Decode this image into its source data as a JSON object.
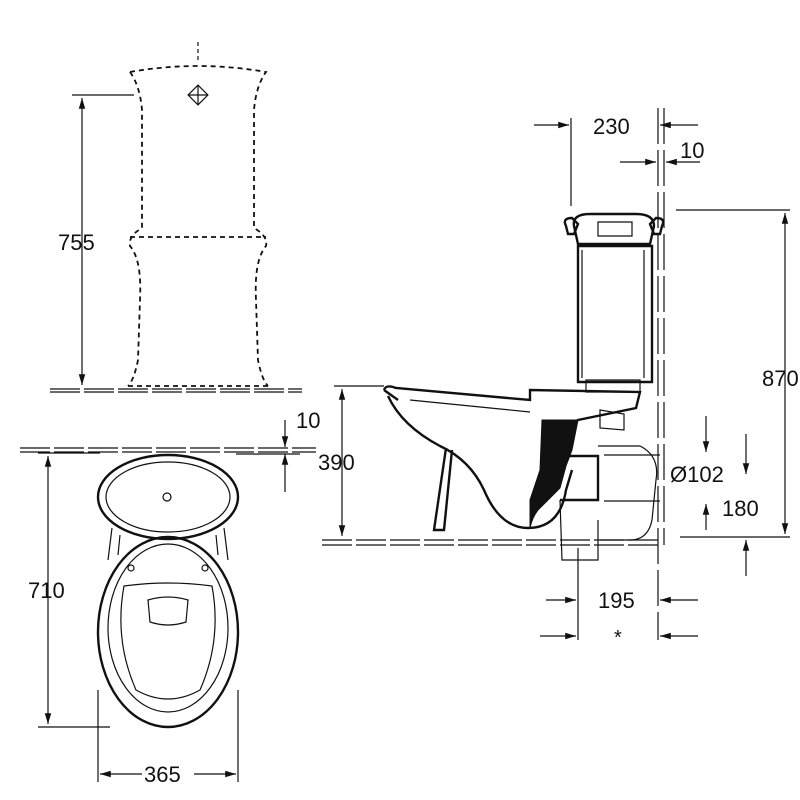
{
  "dimensions": {
    "tank_height": "755",
    "offset_10_left": "10",
    "bowl_length": "710",
    "bowl_width": "365",
    "depth_230": "230",
    "wall_gap_10": "10",
    "total_height": "870",
    "rim_height": "390",
    "outlet_diameter": "Ø102",
    "outlet_height": "180",
    "outlet_distance": "195",
    "asterisk": "*"
  }
}
